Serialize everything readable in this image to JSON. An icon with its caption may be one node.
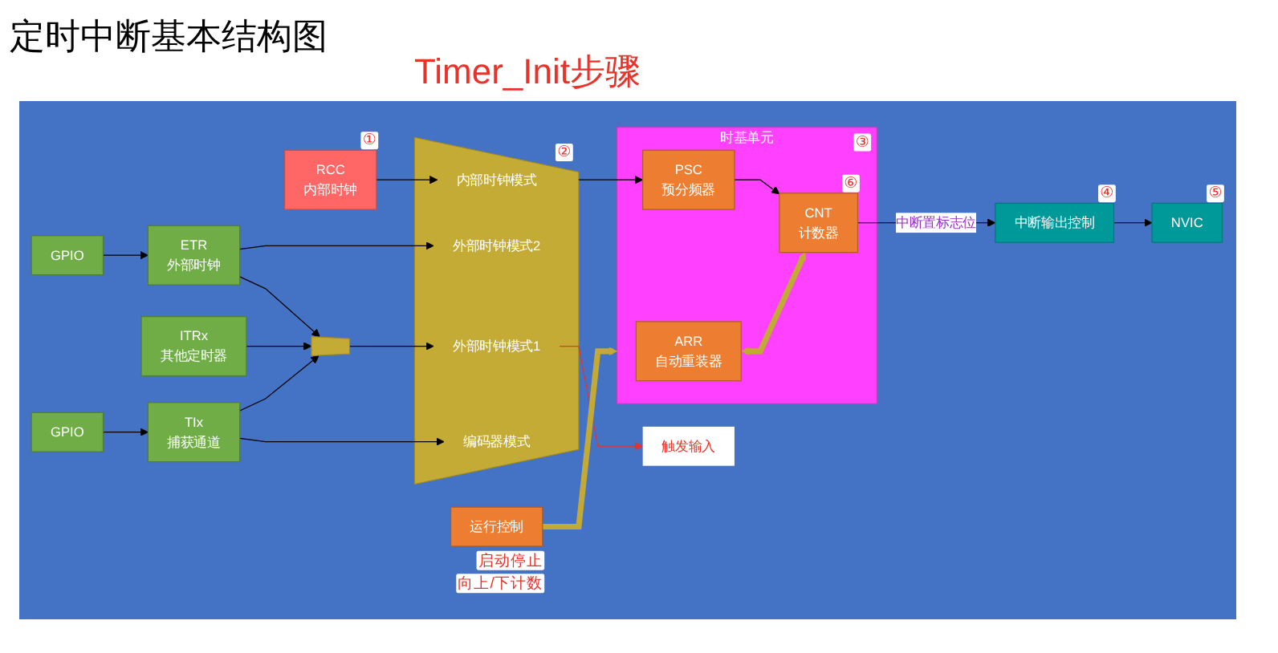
{
  "diagram": {
    "title": "定时中断基本结构图",
    "nodes": [
      {
        "text": [
          "RCC",
          "内部时钟"
        ],
        "beside": [
          "①"
        ]
      },
      {
        "text": [
          "GPIO"
        ]
      },
      {
        "text": [
          "ETR",
          "外部时钟"
        ]
      },
      {
        "text": [
          "ITRx",
          "其他定时器"
        ]
      },
      {
        "text": [
          "GPIO"
        ]
      },
      {
        "text": [
          "TIx",
          "捕获通道"
        ]
      },
      {
        "text": [],
        "shape": "trapezoid"
      },
      {
        "text": [],
        "shape": "trapezoid",
        "beside": [
          "②"
        ]
      },
      {
        "text": [
          "内部时钟模式"
        ],
        "in": 7
      },
      {
        "text": [
          "外部时钟模式2"
        ],
        "in": 7
      },
      {
        "text": [
          "外部时钟模式1"
        ],
        "in": 7
      },
      {
        "text": [
          "编码器模式"
        ],
        "in": 7
      },
      {
        "text": [
          "触发输入"
        ]
      },
      {
        "text": [
          "时基单元"
        ],
        "beside": [
          "③"
        ]
      },
      {
        "text": [
          "ARR",
          "自动重装器"
        ],
        "in": 13
      },
      {
        "text": [
          "PSC",
          "预分频器"
        ],
        "in": 13
      },
      {
        "text": [
          "CNT",
          "计数器"
        ],
        "in": 13,
        "beside": [
          "⑥"
        ]
      },
      {
        "text": [
          "运行控制"
        ],
        "beside": [
          "启动停止",
          "向上/下计数"
        ]
      },
      {
        "text": [
          "中断输出控制"
        ],
        "beside": [
          "④"
        ]
      },
      {
        "text": [
          "NVIC"
        ],
        "beside": [
          "⑤"
        ]
      }
    ],
    "edges": [
      {
        "from": 0,
        "to": 8,
        "arrow": "to"
      },
      {
        "from": 1,
        "to": 2,
        "arrow": "to"
      },
      {
        "from": 2,
        "to": 9,
        "arrow": "to"
      },
      {
        "from": 2,
        "to": 6,
        "arrow": "to"
      },
      {
        "from": 3,
        "to": 6,
        "arrow": "to"
      },
      {
        "from": 4,
        "to": 5,
        "arrow": "to"
      },
      {
        "from": 5,
        "to": 6,
        "arrow": "to"
      },
      {
        "from": 5,
        "to": 11,
        "arrow": "to"
      },
      {
        "from": 6,
        "to": 10,
        "arrow": "to"
      },
      {
        "from": 7,
        "to": 15,
        "arrow": "to"
      },
      {
        "from": 15,
        "to": 16,
        "arrow": "to"
      },
      {
        "from": 14,
        "to": 16,
        "arrow": "both",
        "style": "thick",
        "color": "#c3a935"
      },
      {
        "from": 16,
        "to": 18,
        "arrow": "to",
        "label": "中断置标志位"
      },
      {
        "from": 18,
        "to": 19,
        "arrow": "to"
      },
      {
        "from": 17,
        "to": 13,
        "arrow": "to",
        "style": "thick",
        "color": "#c3a935"
      },
      {
        "from": 10,
        "to": 12,
        "arrow": "to",
        "color": "#e8322a"
      }
    ],
    "labels": [
      "Timer_Init步骤"
    ]
  }
}
